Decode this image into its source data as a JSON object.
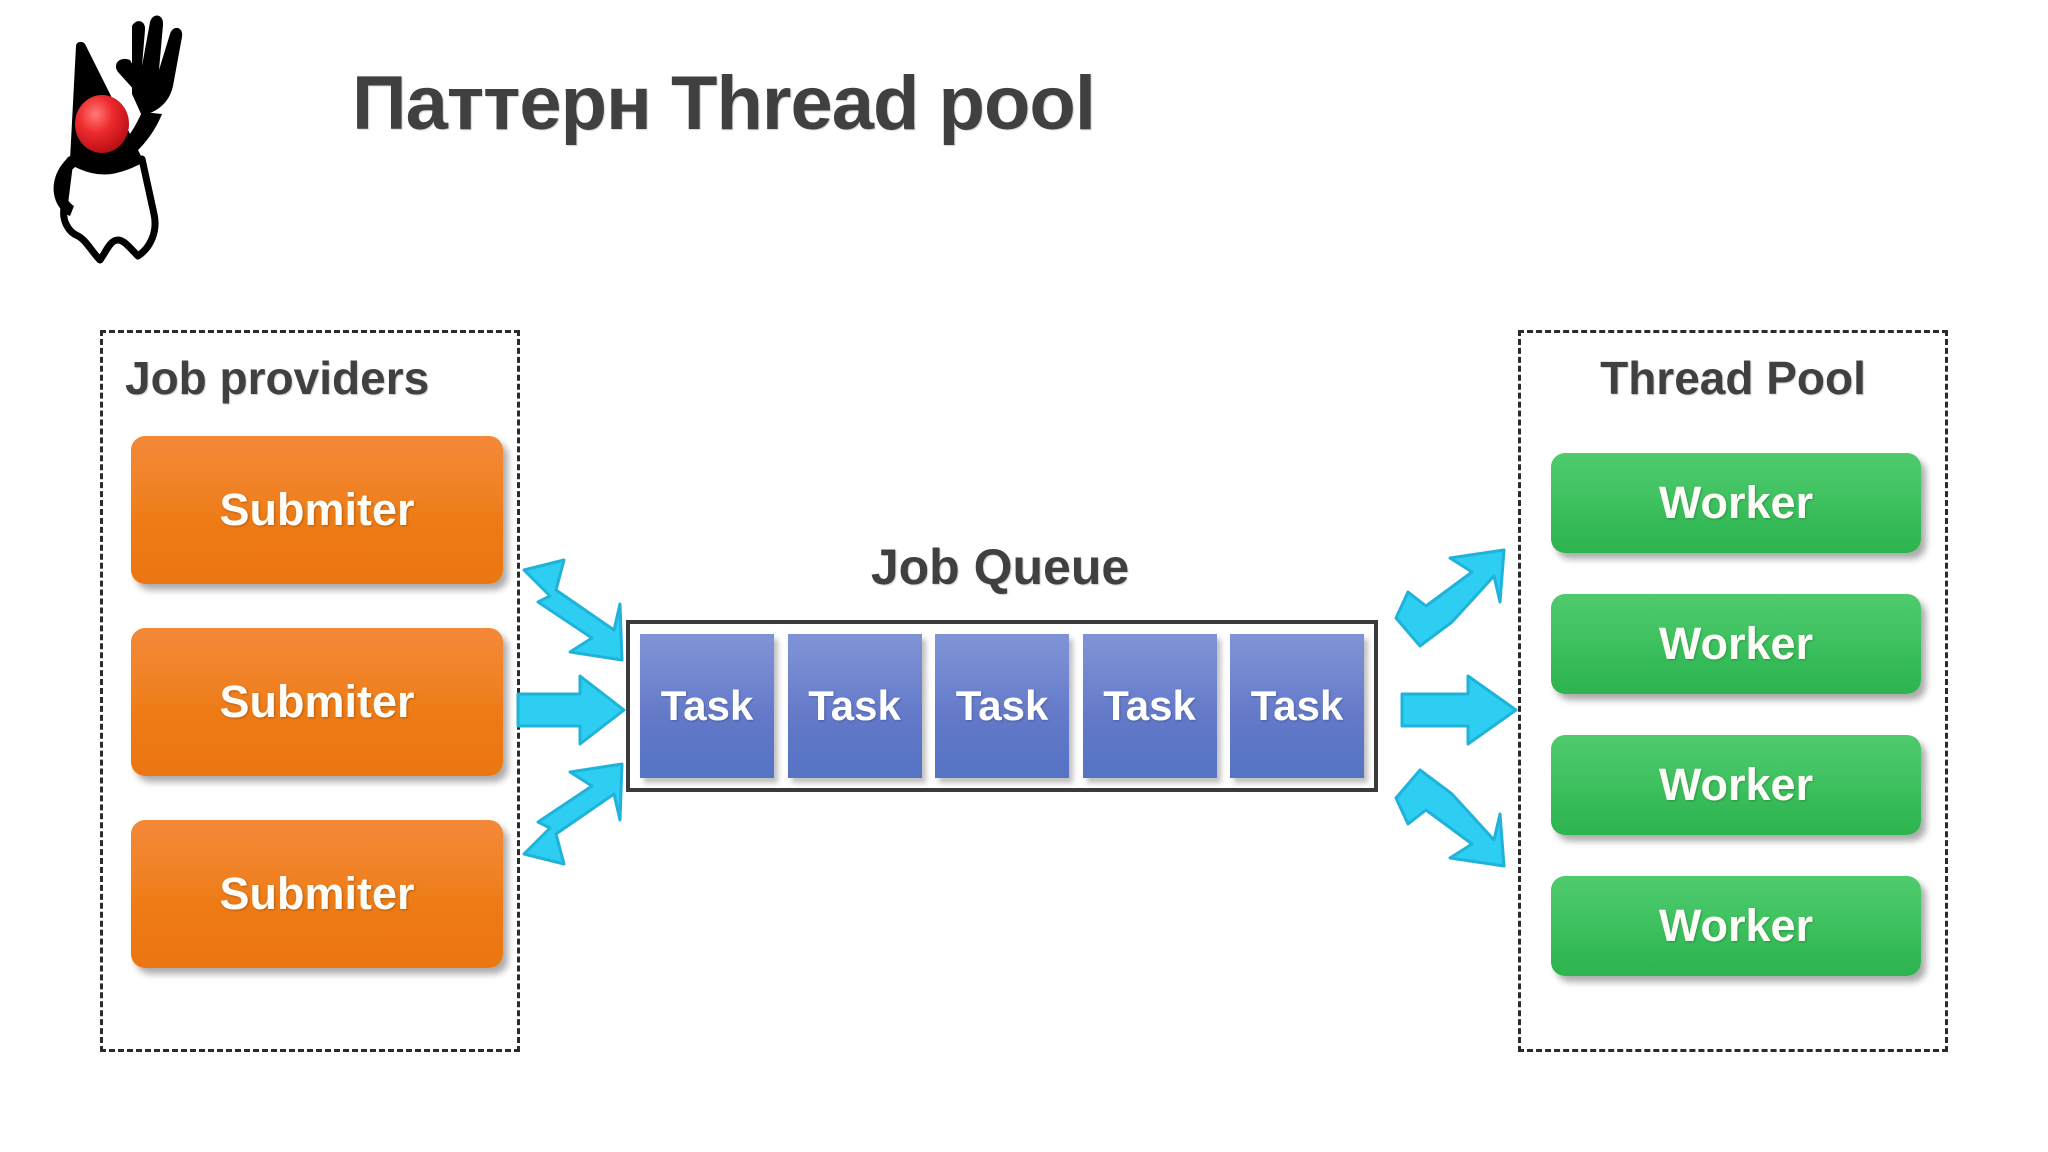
{
  "slide": {
    "title": "Паттерн Thread pool",
    "title_color": "#404040",
    "background": "#ffffff"
  },
  "logo": {
    "name": "java-duke-logo",
    "body_color": "#000000",
    "nose_color": "#e8242c"
  },
  "job_providers_panel": {
    "title": "Job providers",
    "border_style": "dashed",
    "border_color": "#2b2b2b",
    "box_color": "#ee7b16",
    "items": [
      {
        "label": "Submiter"
      },
      {
        "label": "Submiter"
      },
      {
        "label": "Submiter"
      }
    ]
  },
  "job_queue": {
    "title": "Job Queue",
    "border_color": "#3a3a3a",
    "task_color": "#6278c8",
    "tasks": [
      {
        "label": "Task"
      },
      {
        "label": "Task"
      },
      {
        "label": "Task"
      },
      {
        "label": "Task"
      },
      {
        "label": "Task"
      }
    ]
  },
  "thread_pool_panel": {
    "title": "Thread Pool",
    "border_style": "dashed",
    "border_color": "#2b2b2b",
    "box_color": "#33b955",
    "items": [
      {
        "label": "Worker"
      },
      {
        "label": "Worker"
      },
      {
        "label": "Worker"
      },
      {
        "label": "Worker"
      }
    ]
  },
  "arrows": {
    "fill_color": "#2ecdf2",
    "stroke_color": "#1fb3da",
    "left": [
      {
        "name": "arrow-submiter-to-queue-down",
        "direction": "down-right"
      },
      {
        "name": "arrow-submiter-to-queue-right",
        "direction": "right"
      },
      {
        "name": "arrow-submiter-to-queue-up",
        "direction": "up-right"
      }
    ],
    "right": [
      {
        "name": "arrow-queue-to-worker-up",
        "direction": "up-right"
      },
      {
        "name": "arrow-queue-to-worker-right",
        "direction": "right"
      },
      {
        "name": "arrow-queue-to-worker-down",
        "direction": "down-right"
      }
    ]
  }
}
